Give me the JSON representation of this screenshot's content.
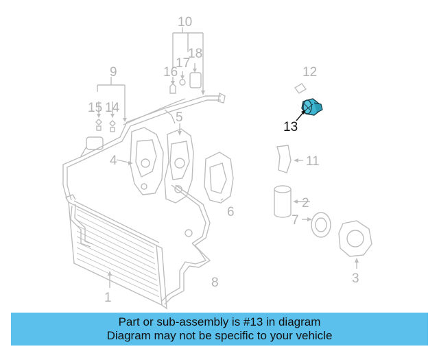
{
  "diagram": {
    "callouts": {
      "c1": "1",
      "c2": "2",
      "c3": "3",
      "c4": "4",
      "c5": "5",
      "c6": "6",
      "c7": "7",
      "c8": "8",
      "c9": "9",
      "c10": "10",
      "c11": "11",
      "c12": "12",
      "c13": "13",
      "c14": "14",
      "c15": "15",
      "c16": "16",
      "c17": "17",
      "c18": "18"
    },
    "highlight_part": "13",
    "highlight_color": "#3fb6d1",
    "line_color": "#bdbdbd"
  },
  "banner": {
    "line1": "Part or sub-assembly is #13 in diagram",
    "line2": "Diagram may not be specific to your vehicle",
    "background": "#5bc0eb"
  }
}
